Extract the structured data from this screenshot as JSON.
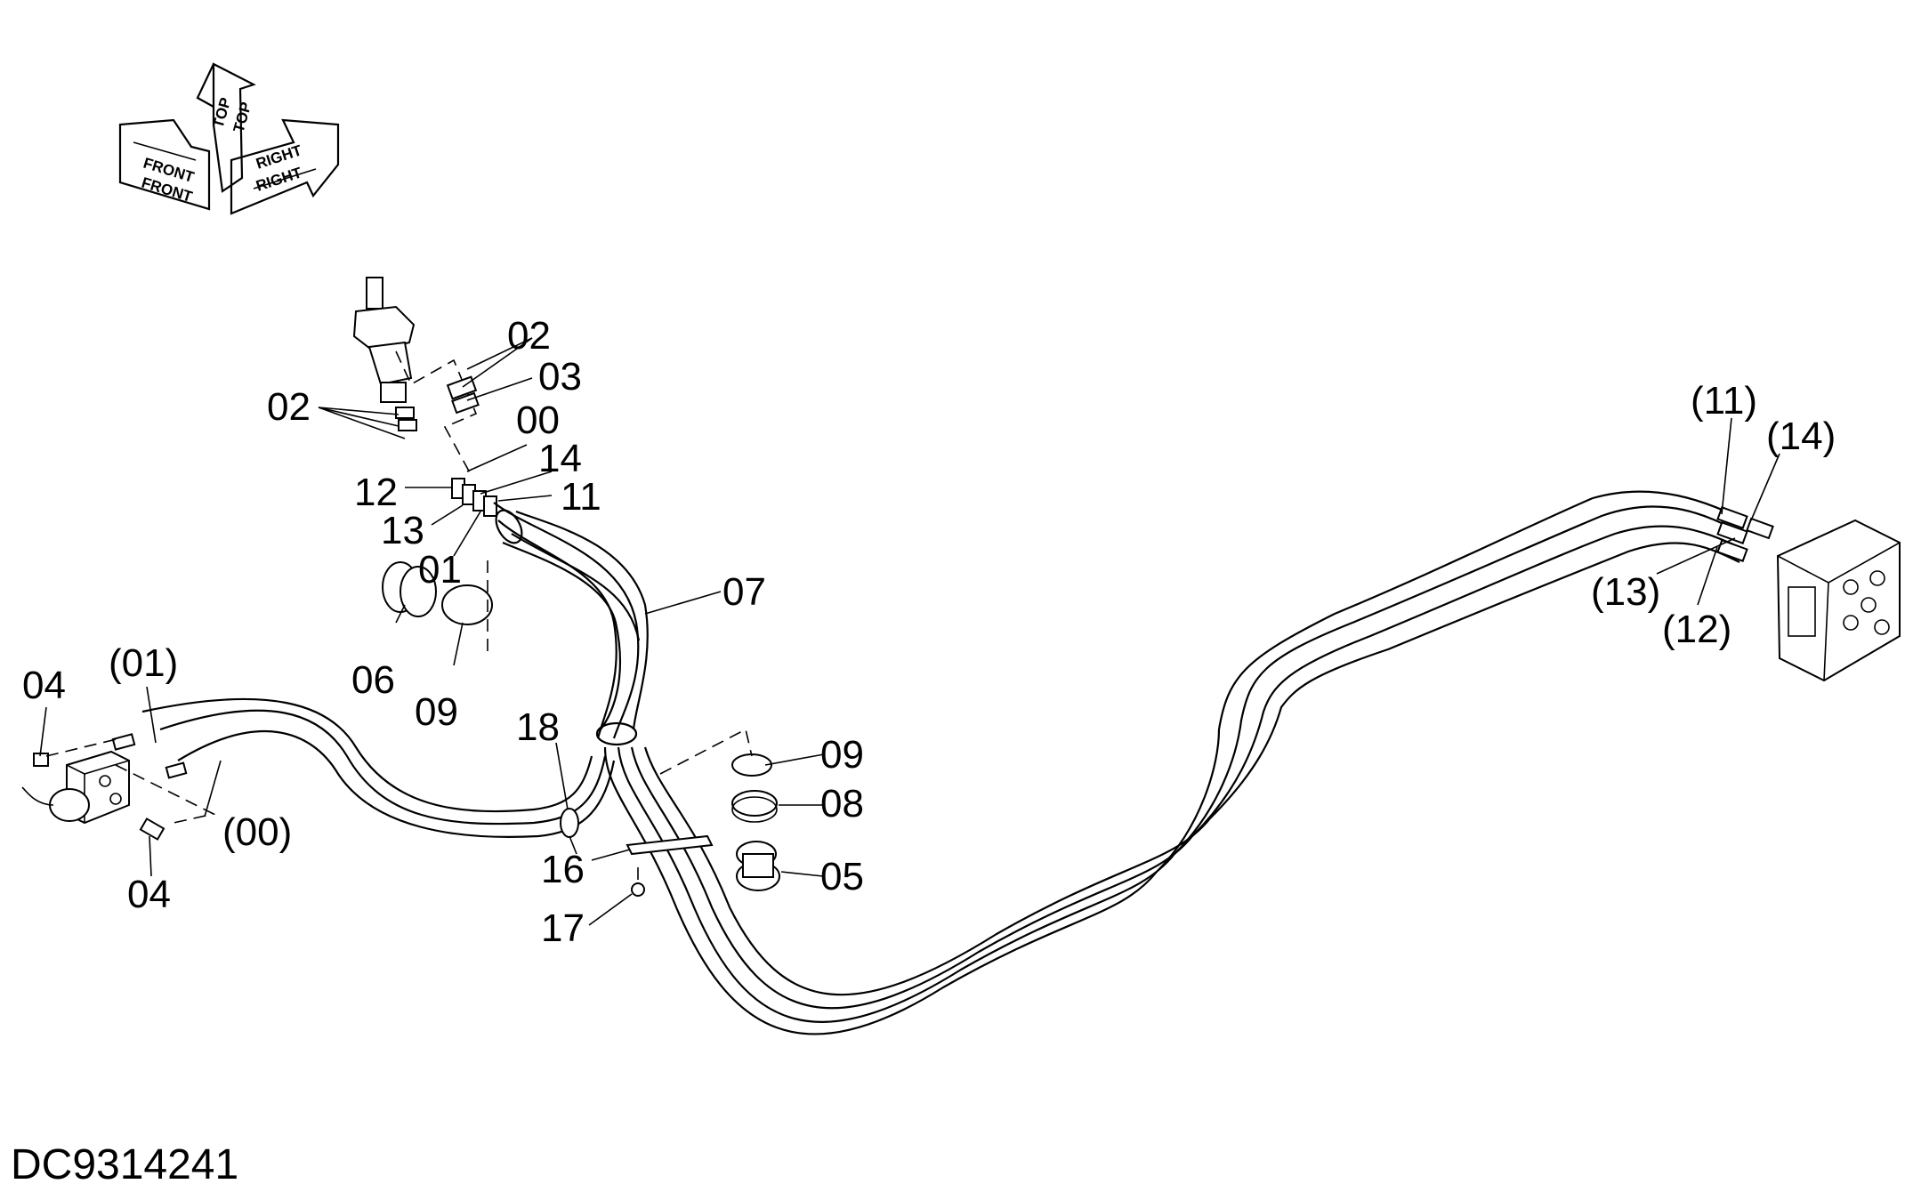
{
  "drawing_code": "DC9314241",
  "orientation": {
    "front": "FRONT",
    "top": "TOP",
    "right": "RIGHT"
  },
  "callouts": {
    "p00": "00",
    "p01": "01",
    "p02a": "02",
    "p02b": "02",
    "p03": "03",
    "p04a": "04",
    "p04b": "04",
    "p05": "05",
    "p06": "06",
    "p07": "07",
    "p08": "08",
    "p09a": "09",
    "p09b": "09",
    "p11": "11",
    "p12": "12",
    "p13": "13",
    "p14": "14",
    "p16": "16",
    "p17": "17",
    "p18": "18",
    "r00": "(00)",
    "r01": "(01)",
    "r11": "(11)",
    "r12": "(12)",
    "r13": "(13)",
    "r14": "(14)"
  }
}
